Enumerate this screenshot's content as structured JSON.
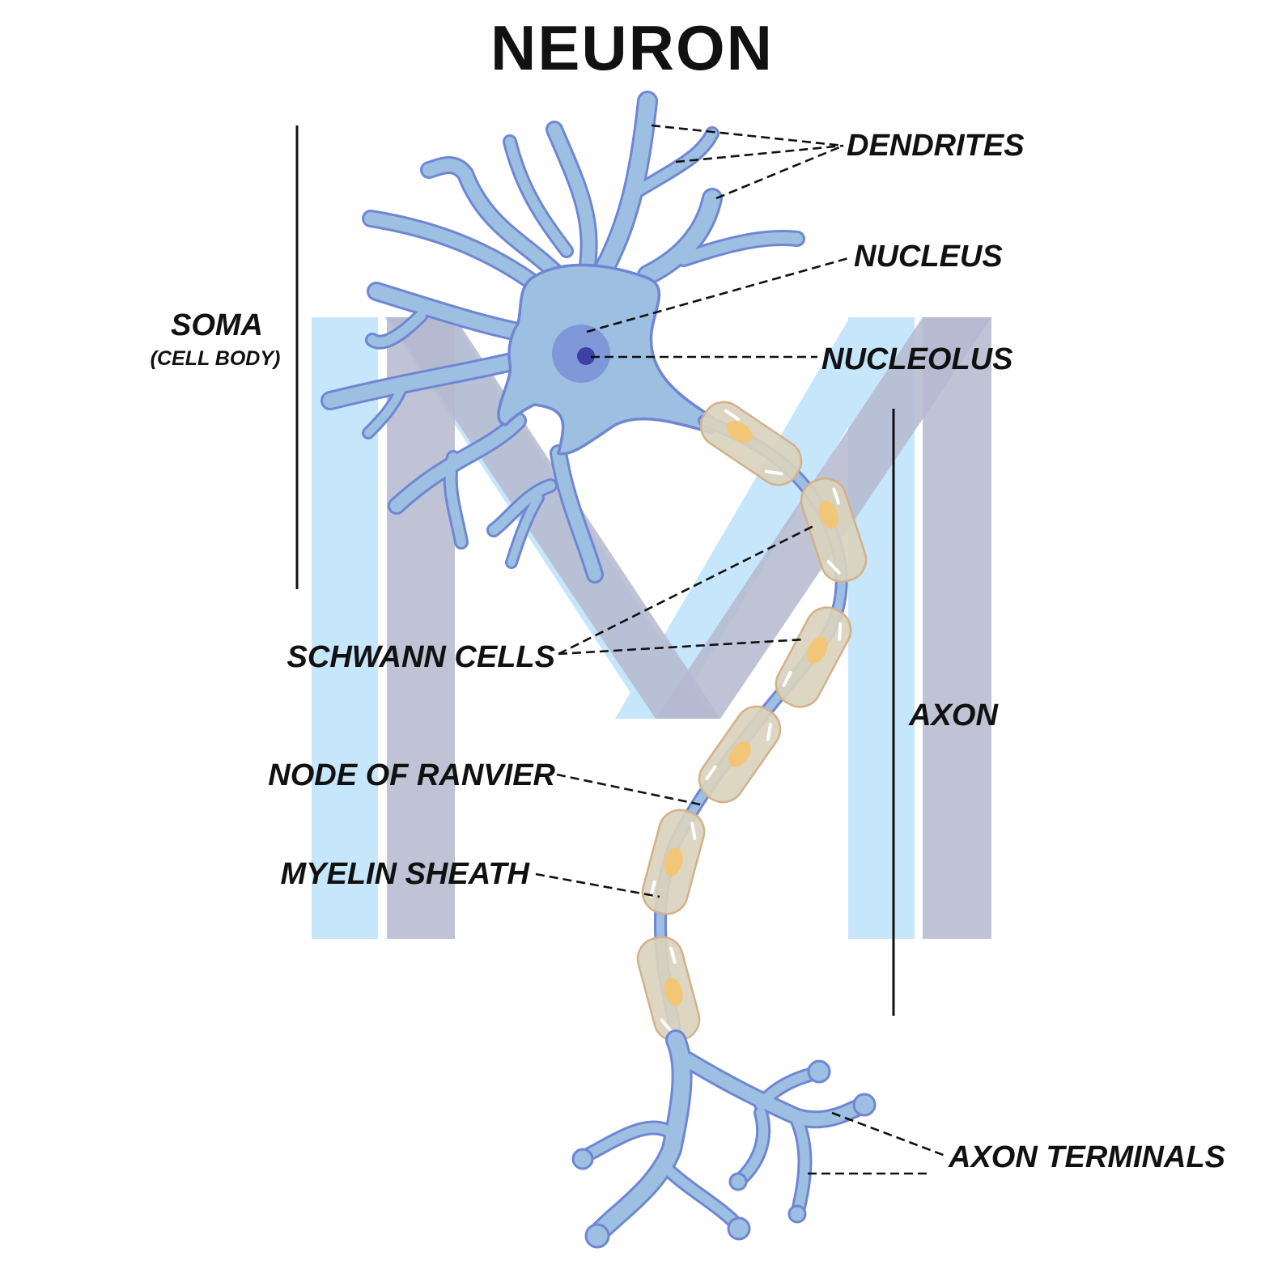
{
  "title": "NEURON",
  "labels": {
    "dendrites": "DENDRITES",
    "nucleus": "NUCLEUS",
    "nucleolus": "NUCLEOLUS",
    "soma": "SOMA",
    "soma_sub": "(CELL BODY)",
    "schwann_cells": "SCHWANN CELLS",
    "axon": "AXON",
    "node_of_ranvier": "NODE OF RANVIER",
    "myelin_sheath": "MYELIN SHEATH",
    "axon_terminals": "AXON TERMINALS"
  },
  "watermark": {
    "letter": "M",
    "colors": [
      "#c6e6fb",
      "#b5b9cf"
    ]
  },
  "colors": {
    "cell_fill": "#9dbfe2",
    "cell_outline": "#6f86d3",
    "nucleus": "#7d90d6",
    "nucleolus": "#3d3fa3",
    "myelin": "#d9d3bd",
    "schwann_nucleus": "#f4c46e"
  }
}
